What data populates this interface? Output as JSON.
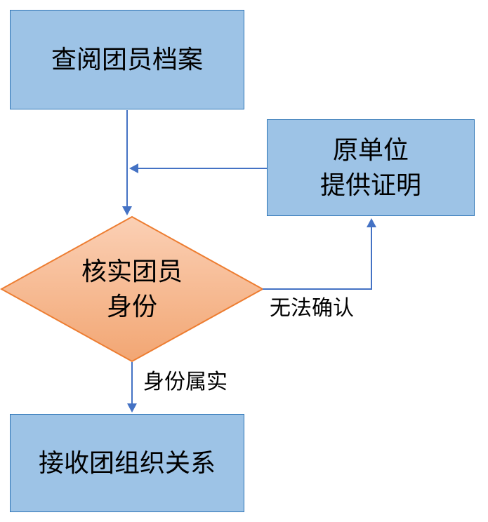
{
  "diagram": {
    "nodes": {
      "review_archives": {
        "label": "查阅团员档案",
        "shape": "rect"
      },
      "unit_proof": {
        "line1": "原单位",
        "line2": "提供证明",
        "shape": "rect"
      },
      "verify_identity": {
        "line1": "核实团员",
        "line2": "身份",
        "shape": "diamond"
      },
      "receive_relation": {
        "label": "接收团组织关系",
        "shape": "rect"
      }
    },
    "edge_labels": {
      "cannot_confirm": "无法确认",
      "identity_confirmed": "身份属实"
    },
    "edges": [
      {
        "from": "review_archives",
        "to": "verify_identity",
        "label": ""
      },
      {
        "from": "unit_proof",
        "to": "verify_identity",
        "label": ""
      },
      {
        "from": "verify_identity",
        "to": "unit_proof",
        "label": "无法确认"
      },
      {
        "from": "verify_identity",
        "to": "receive_relation",
        "label": "身份属实"
      }
    ],
    "colors": {
      "rect_fill": "#9dc3e6",
      "rect_border": "#2e75b6",
      "diamond_fill_top": "#fbd0b5",
      "diamond_fill_bottom": "#f2a673",
      "diamond_border": "#ed7d31",
      "arrow": "#4472c4",
      "text": "#000000"
    }
  }
}
